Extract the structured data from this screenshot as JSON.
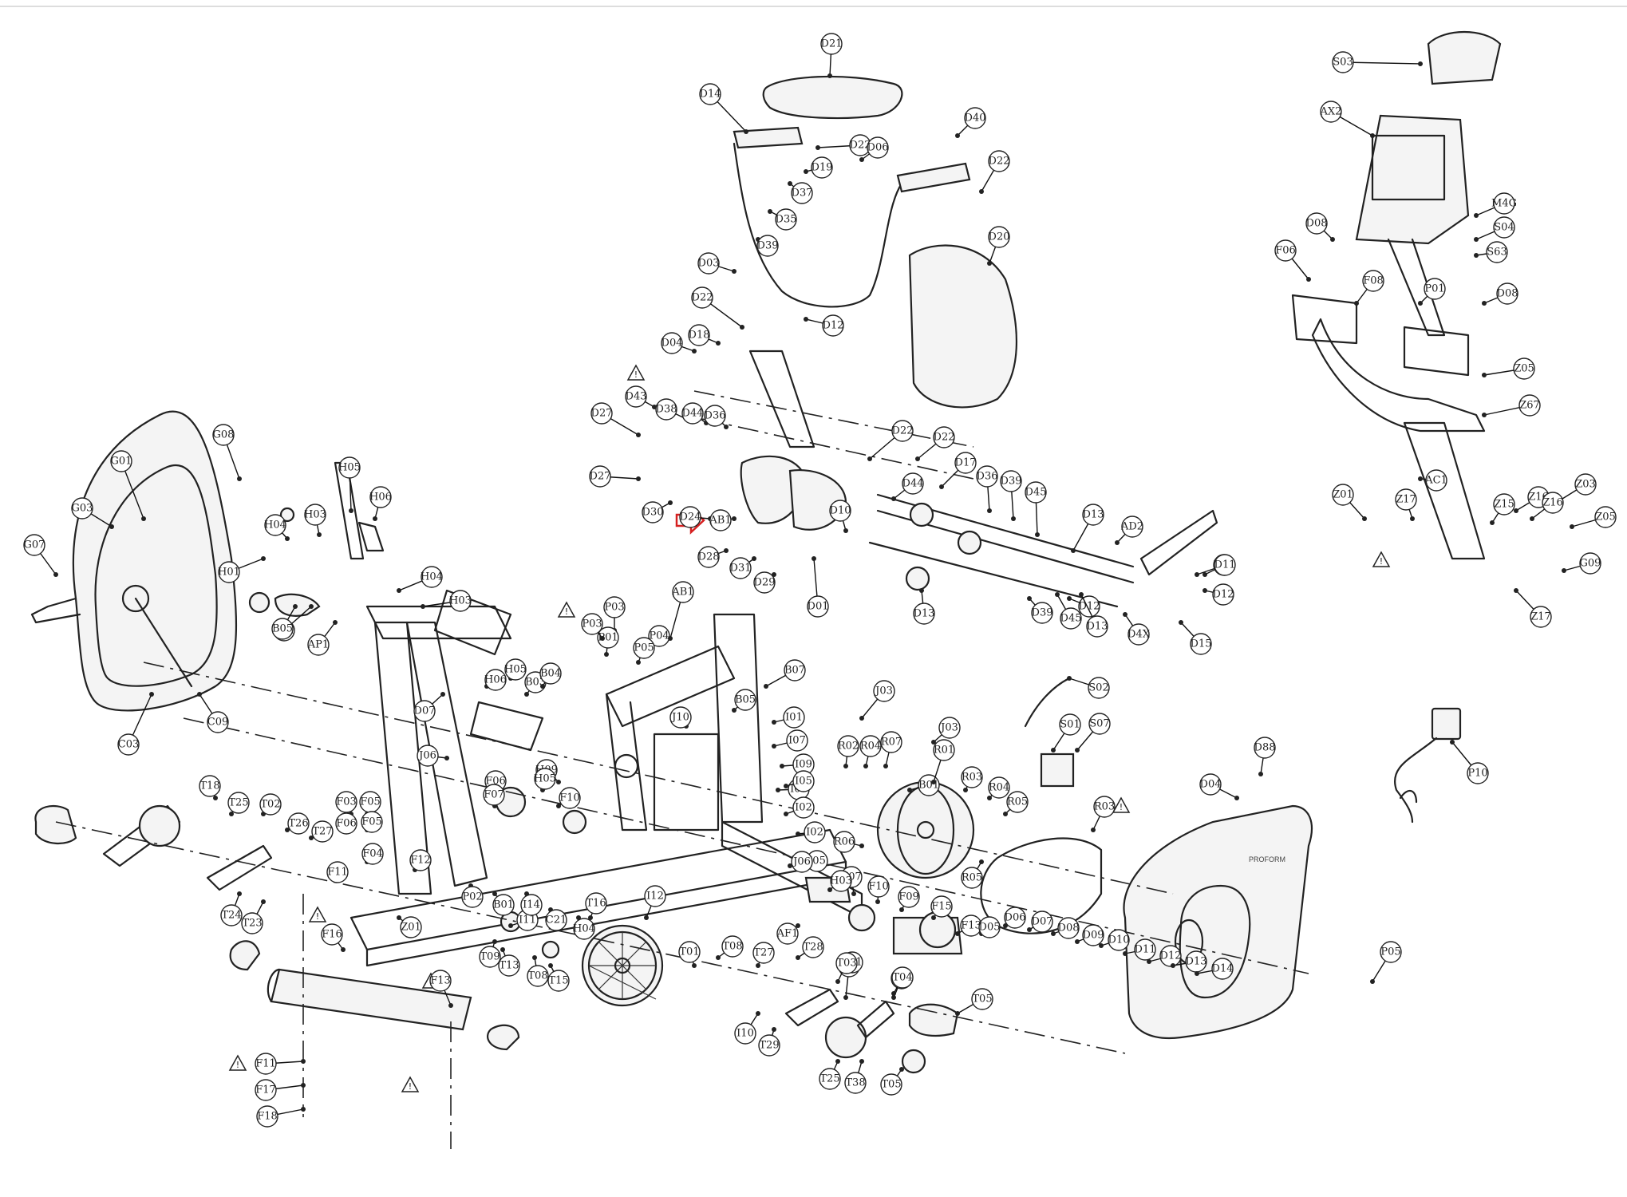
{
  "diagram": {
    "brand_mark": "PROFORM",
    "highlight_color": "#d62020",
    "callouts": {
      "c01": "D21",
      "c02": "D14",
      "c03": "D40",
      "c04": "D22",
      "c05": "D19",
      "c06": "D06",
      "c07": "D22",
      "c08": "D35",
      "c09": "D37",
      "c10": "D39",
      "c11": "D20",
      "c12": "D03",
      "c13": "D22",
      "c14": "D12",
      "c15": "D04",
      "c16": "D18",
      "c17": "D43",
      "c18": "D38",
      "c19": "D44",
      "c20": "D36",
      "c21": "D27",
      "c22": "D27",
      "c23": "D30",
      "c24": "D24",
      "c25": "AB1",
      "c26": "D28",
      "c27": "D31",
      "c28": "D29",
      "c29": "D01",
      "c30": "D22",
      "c31": "D22",
      "c32": "D17",
      "c33": "D44",
      "c34": "D10",
      "c35": "D36",
      "c36": "D39",
      "c37": "D45",
      "c38": "D13",
      "c39": "AD2",
      "c40": "D11",
      "c41": "D12",
      "c42": "D39",
      "c43": "D45",
      "c44": "D13",
      "c45": "D13",
      "c46": "D4X",
      "c47": "D15",
      "c48": "S03",
      "c49": "AX2",
      "c50": "D08",
      "c51": "F06",
      "c52": "F08",
      "c53": "P01",
      "c54": "D08",
      "c55": "M4G",
      "c56": "S04",
      "c57": "S63",
      "c58": "Z05",
      "c59": "Z67",
      "c60": "AC1",
      "c61": "Z01",
      "c62": "Z17",
      "c63": "Z16",
      "c64": "Z15",
      "c65": "Z03",
      "c66": "Z16",
      "c67": "Z05",
      "c68": "Z17",
      "c69": "G09",
      "c70": "G08",
      "c71": "G01",
      "c72": "G03",
      "c73": "G07",
      "c74": "H04",
      "c75": "H03",
      "c76": "H05",
      "c77": "H06",
      "c78": "H01",
      "c79": "AH1",
      "c80": "C03",
      "c81": "C09",
      "c82": "AP1",
      "c83": "H04",
      "c84": "H03",
      "c85": "B05",
      "c86": "D07",
      "c87": "J06",
      "c88": "J03",
      "c89": "J03",
      "c90": "B01",
      "c91": "P03",
      "c92": "P01",
      "c93": "P03",
      "c94": "P04",
      "c95": "P05",
      "c96": "B07",
      "c97": "AB1",
      "c98": "H05",
      "c99": "H06",
      "c100": "B03",
      "c101": "B04",
      "c102": "J10",
      "c103": "B05",
      "c104": "H09",
      "c105": "H05",
      "c106": "F10",
      "c107": "F06",
      "c108": "F07",
      "c109": "I01",
      "c110": "I07",
      "c111": "I09",
      "c112": "I08",
      "c113": "I02",
      "c114": "I05",
      "c115": "I02",
      "c116": "I05",
      "c117": "R02",
      "c118": "R04",
      "c119": "R07",
      "c120": "R01",
      "c121": "R03",
      "c122": "R04",
      "c123": "R05",
      "c124": "R06",
      "c125": "R05",
      "c126": "R03",
      "c127": "S02",
      "c128": "S01",
      "c129": "S07",
      "c130": "P10",
      "c131": "D88",
      "c132": "D04",
      "c133": "P05",
      "c134": "T01",
      "c135": "T03",
      "c136": "T04",
      "c137": "T18",
      "c138": "T25",
      "c139": "T02",
      "c140": "T26",
      "c141": "T27",
      "c142": "T24",
      "c143": "T23",
      "c144": "F03",
      "c145": "F05",
      "c146": "F06",
      "c147": "F04",
      "c148": "F05",
      "c149": "F11",
      "c150": "F12",
      "c151": "F16",
      "c152": "F11",
      "c153": "F17",
      "c154": "F18",
      "c155": "F13",
      "c156": "I11",
      "c157": "T09",
      "c158": "T13",
      "c159": "T08",
      "c160": "T15",
      "c161": "I12",
      "c162": "T16",
      "c163": "T01",
      "c164": "T08",
      "c165": "T27",
      "c166": "T28",
      "c167": "T03",
      "c168": "T04",
      "c169": "T05",
      "c170": "I10",
      "c171": "T29",
      "c172": "T25",
      "c173": "T38",
      "c174": "T05",
      "c175": "AF1",
      "c176": "F07",
      "c177": "F10",
      "c178": "F09",
      "c179": "F15",
      "c180": "F13",
      "c181": "H03",
      "c182": "J06",
      "c183": "Z01",
      "c184": "P02",
      "c185": "B01",
      "c186": "I14",
      "c187": "C21",
      "c188": "H04",
      "c189": "D11",
      "c190": "D12",
      "c191": "D05",
      "c192": "D06",
      "c193": "D07",
      "c194": "D08",
      "c195": "D09",
      "c196": "D10",
      "c197": "D11",
      "c198": "D12",
      "c199": "D13",
      "c200": "D14"
    }
  }
}
